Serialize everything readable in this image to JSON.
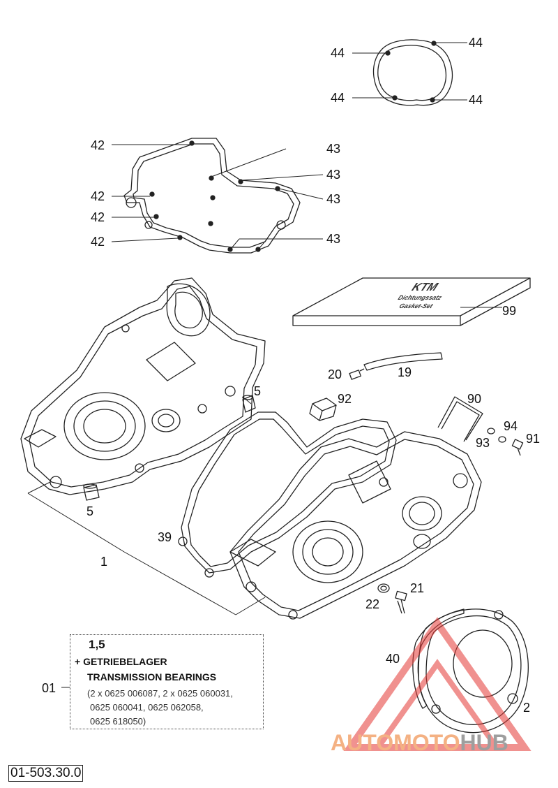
{
  "callouts": {
    "c44a": "44",
    "c44b": "44",
    "c44c": "44",
    "c44d": "44",
    "c42a": "42",
    "c42b": "42",
    "c42c": "42",
    "c42d": "42",
    "c43a": "43",
    "c43b": "43",
    "c43c": "43",
    "c43d": "43",
    "c99": "99",
    "c20": "20",
    "c19": "19",
    "c92": "92",
    "c90": "90",
    "c94": "94",
    "c93": "93",
    "c91": "91",
    "c5a": "5",
    "c5b": "5",
    "c39": "39",
    "c1": "1",
    "c21": "21",
    "c22": "22",
    "c40": "40",
    "c2": "2",
    "c01": "01"
  },
  "legend": {
    "head": "1,5",
    "line1": "+ GETRIEBELAGER",
    "line2": "TRANSMISSION BEARINGS",
    "line3": "(2 x 0625 006087, 2 x 0625 060031,",
    "line4": "0625 060041, 0625 062058,",
    "line5": "0625 618050)"
  },
  "part_number": "01-503.30.0",
  "manual_cover": {
    "line1": "KTM",
    "line2": "Dichtungssatz",
    "line3": "Gasket-Set"
  },
  "watermark": {
    "auto": "AUTOMOTO",
    "hub": "HUB",
    "color_auto": "#f4b183",
    "color_hub": "#9e9e9e",
    "color_mark": "#e53935"
  }
}
